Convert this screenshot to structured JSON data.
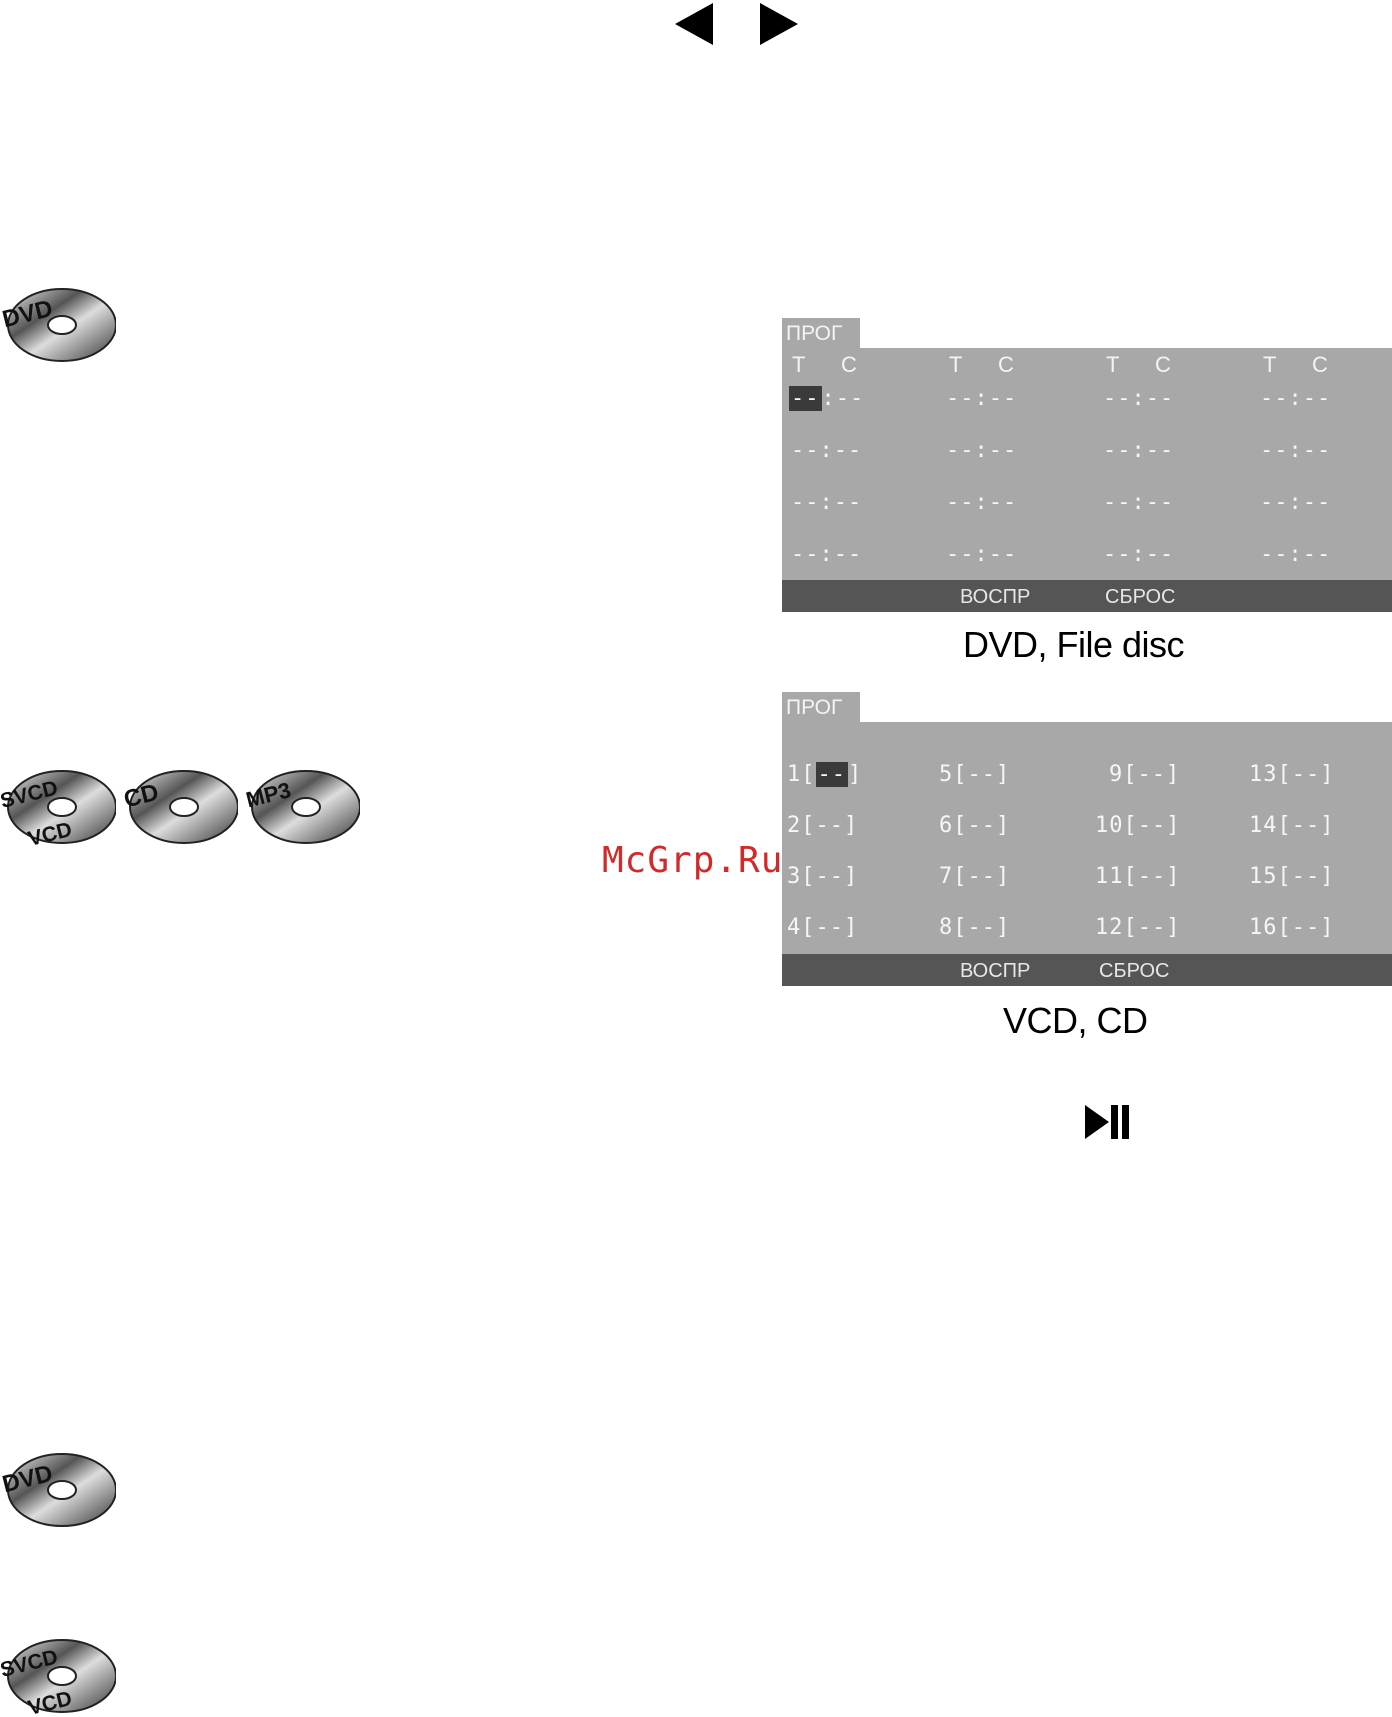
{
  "disc_labels": {
    "dvd": "DVD",
    "svcd": "SVCD",
    "vcd": "VCD",
    "cd": "CD",
    "mp3": "MP3"
  },
  "dvd_screen": {
    "tab": "ПРОГ",
    "headers": [
      {
        "t": "T",
        "c": "C"
      },
      {
        "t": "T",
        "c": "C"
      },
      {
        "t": "T",
        "c": "C"
      },
      {
        "t": "T",
        "c": "C"
      }
    ],
    "first_slot_selected": "--",
    "first_slot_rest": ":--",
    "slot": "--:--",
    "play": "ВОСПР",
    "reset": "СБРОС",
    "caption": "DVD, File disc"
  },
  "vcd_screen": {
    "tab": "ПРОГ",
    "slots": [
      "1",
      "2",
      "3",
      "4",
      "5",
      "6",
      "7",
      "8",
      "9",
      "10",
      "11",
      "12",
      "13",
      "14",
      "15",
      "16"
    ],
    "slot_value": "[--]",
    "selected_value": "--",
    "play": "ВОСПР",
    "reset": "СБРОС",
    "caption": "VCD, CD"
  },
  "watermark": "McGrp.Ru"
}
